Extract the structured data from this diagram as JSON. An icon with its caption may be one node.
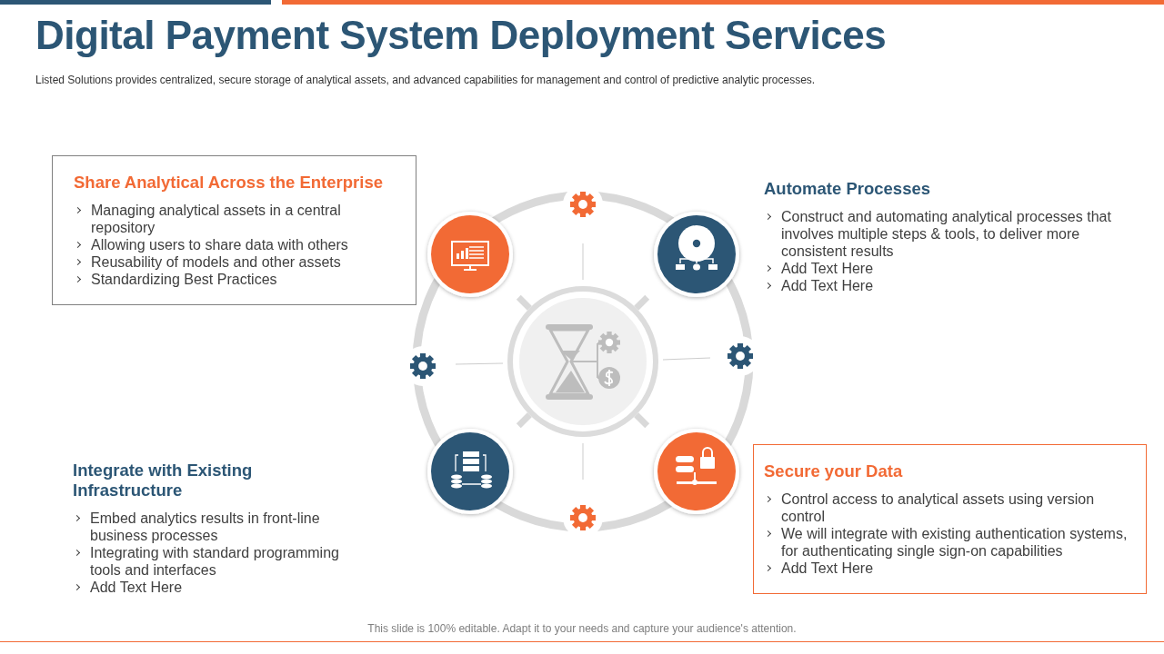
{
  "diagram": {
    "title": "Digital Payment System Deployment Services",
    "caption": "This slide is 100% editable. Adapt it to your needs and capture your audience's attention.",
    "nodes": [
      {
        "text": [
          "Share Analytical Across the Enterprise",
          "Managing analytical assets in a central repository",
          "Allowing users to share data with others",
          "Reusability of models and other assets",
          "Standardizing Best Practices"
        ]
      },
      {
        "text": [
          "Automate Processes",
          "Construct and automating analytical processes that involves multiple steps & tools, to deliver more consistent results",
          "Add Text Here",
          "Add Text Here"
        ]
      },
      {
        "text": [
          "Integrate with Existing Infrastructure",
          "Embed analytics results in front-line business processes",
          "Integrating with standard programming tools and interfaces",
          "Add Text Here"
        ]
      },
      {
        "text": [
          "Secure your Data",
          "Control access to analytical assets using version control",
          "We will integrate with existing authentication systems, for authenticating single sign-on capabilities",
          "Add Text Here"
        ]
      }
    ],
    "labels": [
      "Listed Solutions provides centralized, secure storage of analytical assets, and advanced capabilities for management and control of predictive analytic processes."
    ]
  }
}
